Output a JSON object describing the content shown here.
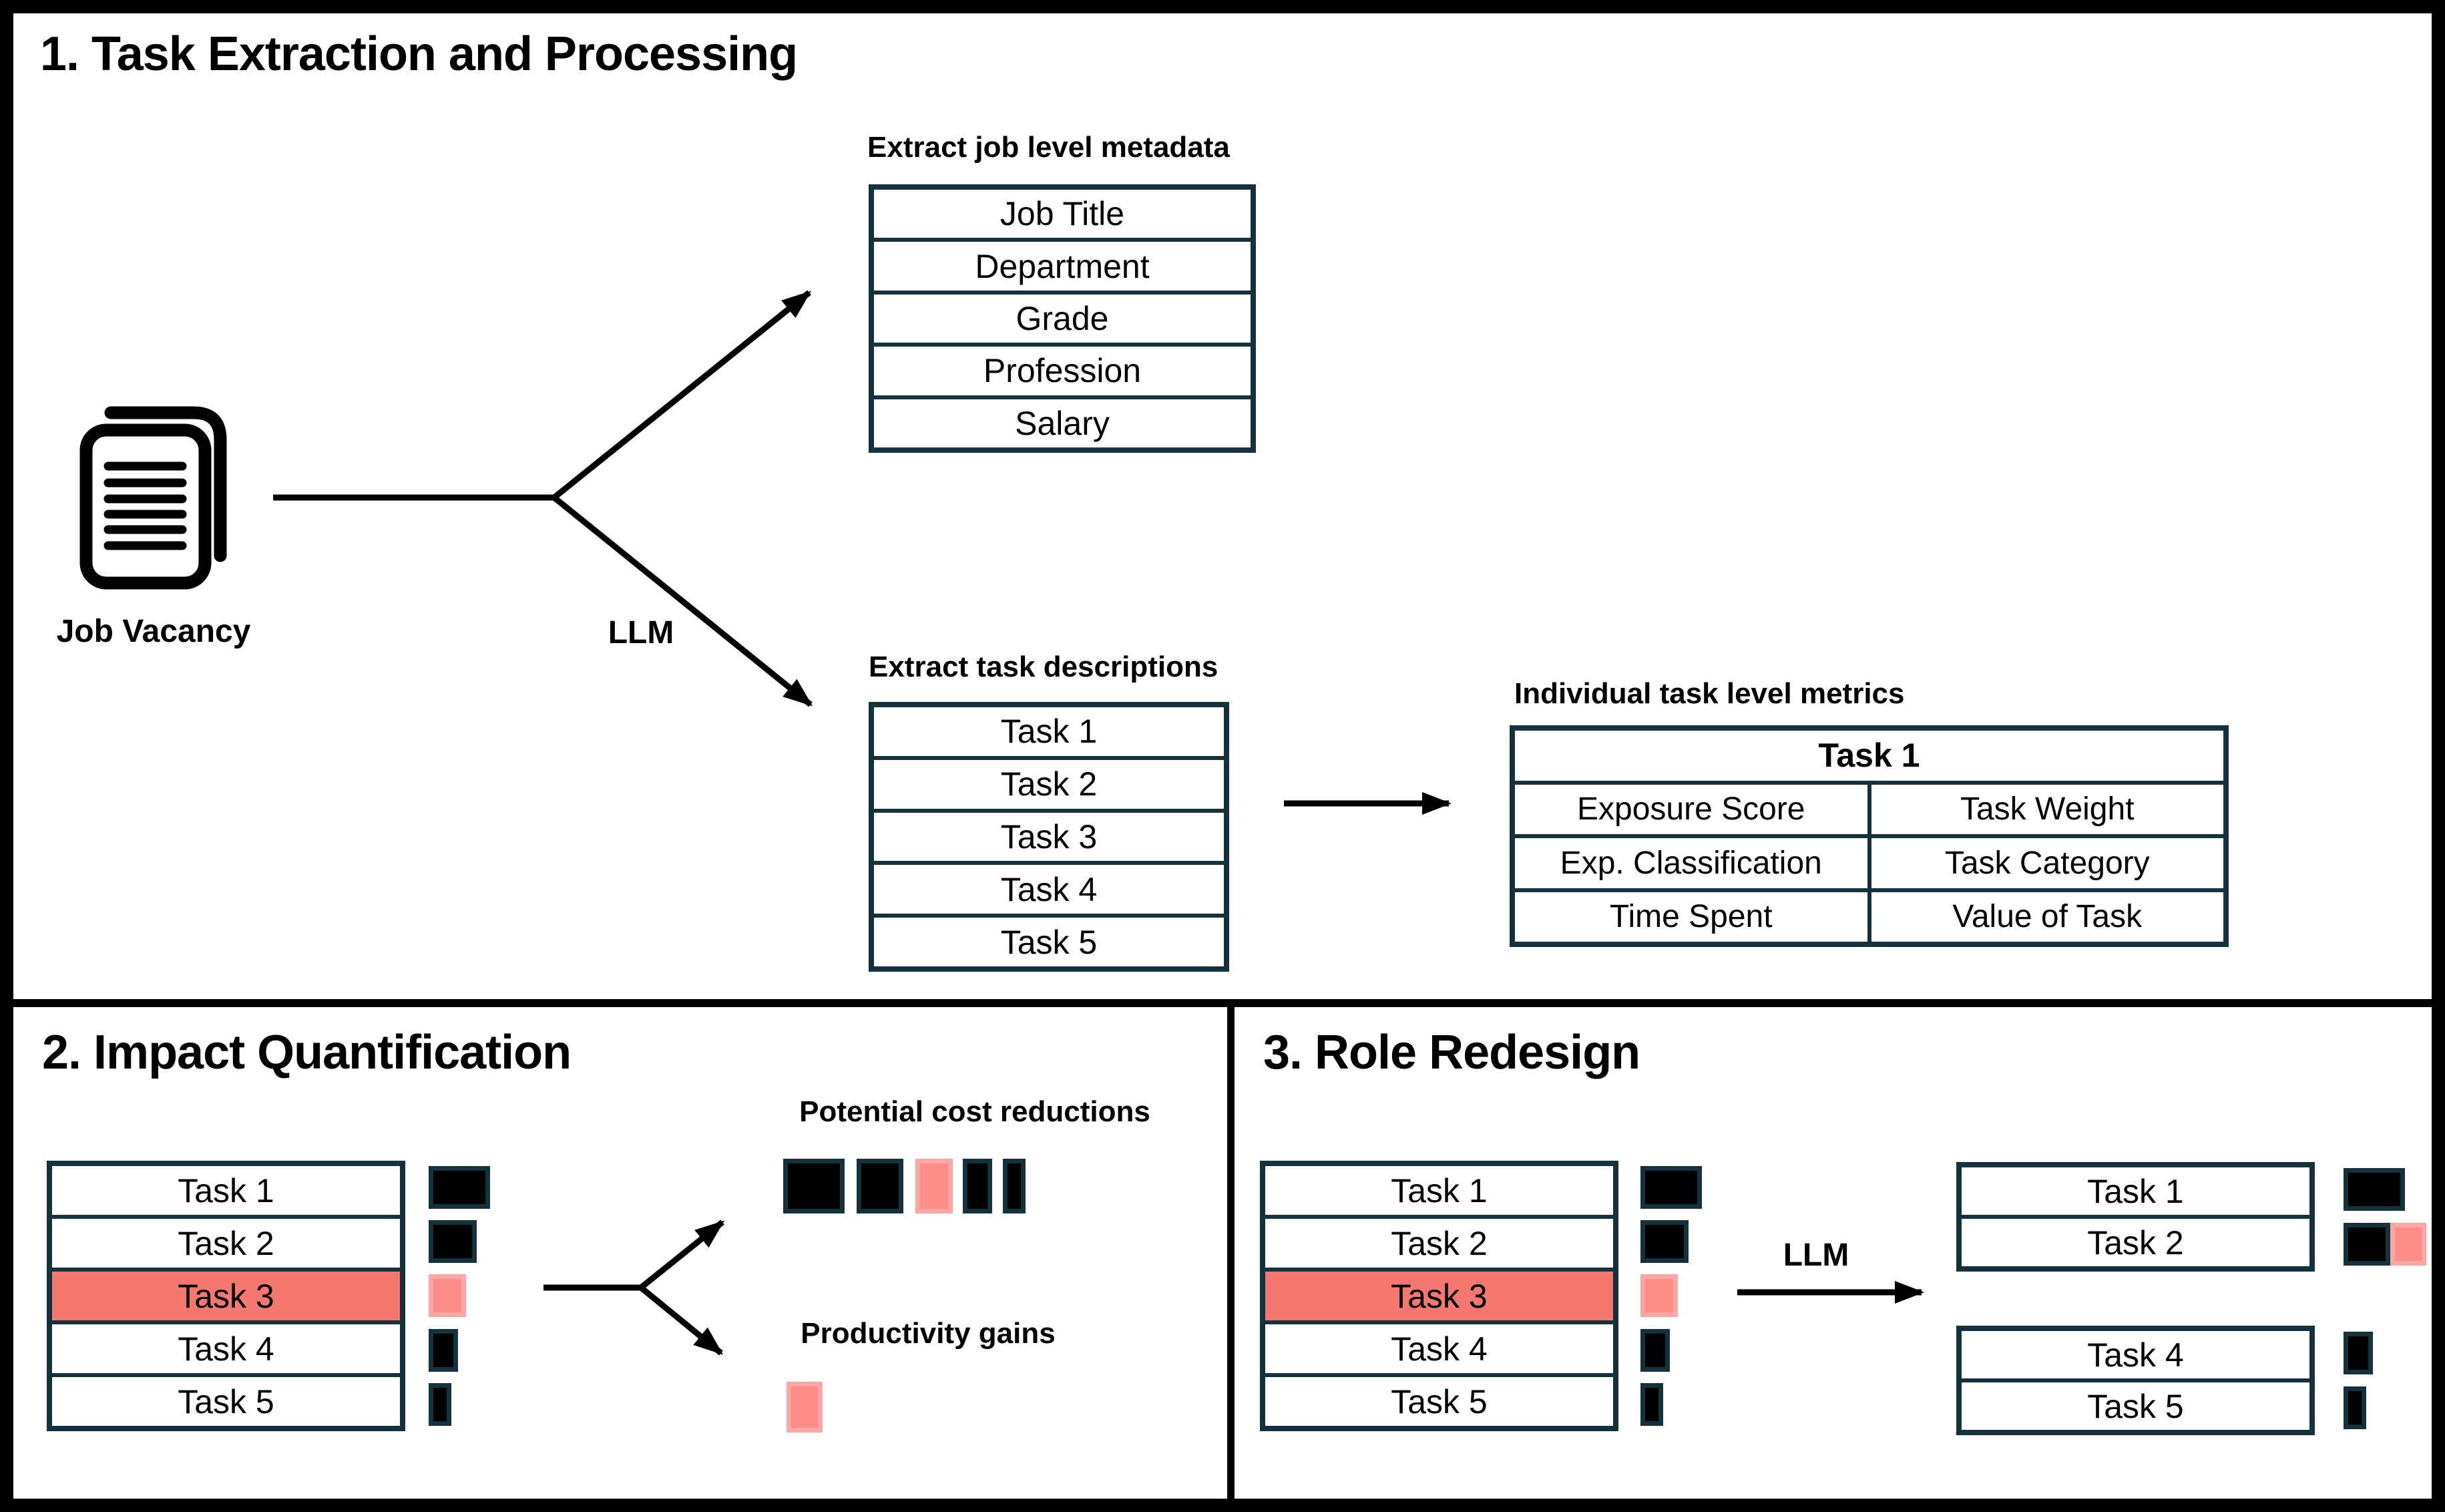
{
  "section1": {
    "title": "1. Task Extraction and Processing",
    "job_vacancy_label": "Job Vacancy",
    "llm_label": "LLM",
    "metadata_title": "Extract job level metadata",
    "metadata_rows": [
      "Job Title",
      "Department",
      "Grade",
      "Profession",
      "Salary"
    ],
    "tasks_title": "Extract task descriptions",
    "tasks_rows": [
      "Task 1",
      "Task 2",
      "Task 3",
      "Task 4",
      "Task 5"
    ],
    "metrics_title": "Individual task level metrics",
    "metrics_header": "Task 1",
    "metrics_rows": [
      [
        "Exposure Score",
        "Task Weight"
      ],
      [
        "Exp. Classification",
        "Task Category"
      ],
      [
        "Time Spent",
        "Value of Task"
      ]
    ]
  },
  "section2": {
    "title": "2. Impact Quantification",
    "tasks": [
      "Task 1",
      "Task 2",
      "Task 3",
      "Task 4",
      "Task 5"
    ],
    "highlighted_task": "Task 3",
    "cost_label": "Potential cost reductions",
    "productivity_label": "Productivity gains"
  },
  "section3": {
    "title": "3. Role Redesign",
    "llm_label": "LLM",
    "tasks": [
      "Task 1",
      "Task 2",
      "Task 3",
      "Task 4",
      "Task 5"
    ],
    "highlighted_task": "Task 3",
    "result_top": [
      "Task 1",
      "Task 2"
    ],
    "result_bottom": [
      "Task 4",
      "Task 5"
    ]
  },
  "bars": {
    "task_bar_widths": [
      92,
      72,
      56,
      44,
      34
    ],
    "pink_bar_index": 2,
    "cost_square_widths": [
      92,
      70,
      56,
      44,
      34
    ],
    "result_task1_width": 92,
    "result_task2_black_width": 70,
    "result_task2_pink_width": 54,
    "result_task4_width": 44,
    "result_task5_width": 34,
    "productivity_square_width": 54
  },
  "colors": {
    "table_border": "#14313E",
    "pink_row": "#F4786F",
    "pink_bar": "#FB8C88",
    "pink_bar_border": "#FCA7A3",
    "line_black": "#000000"
  }
}
